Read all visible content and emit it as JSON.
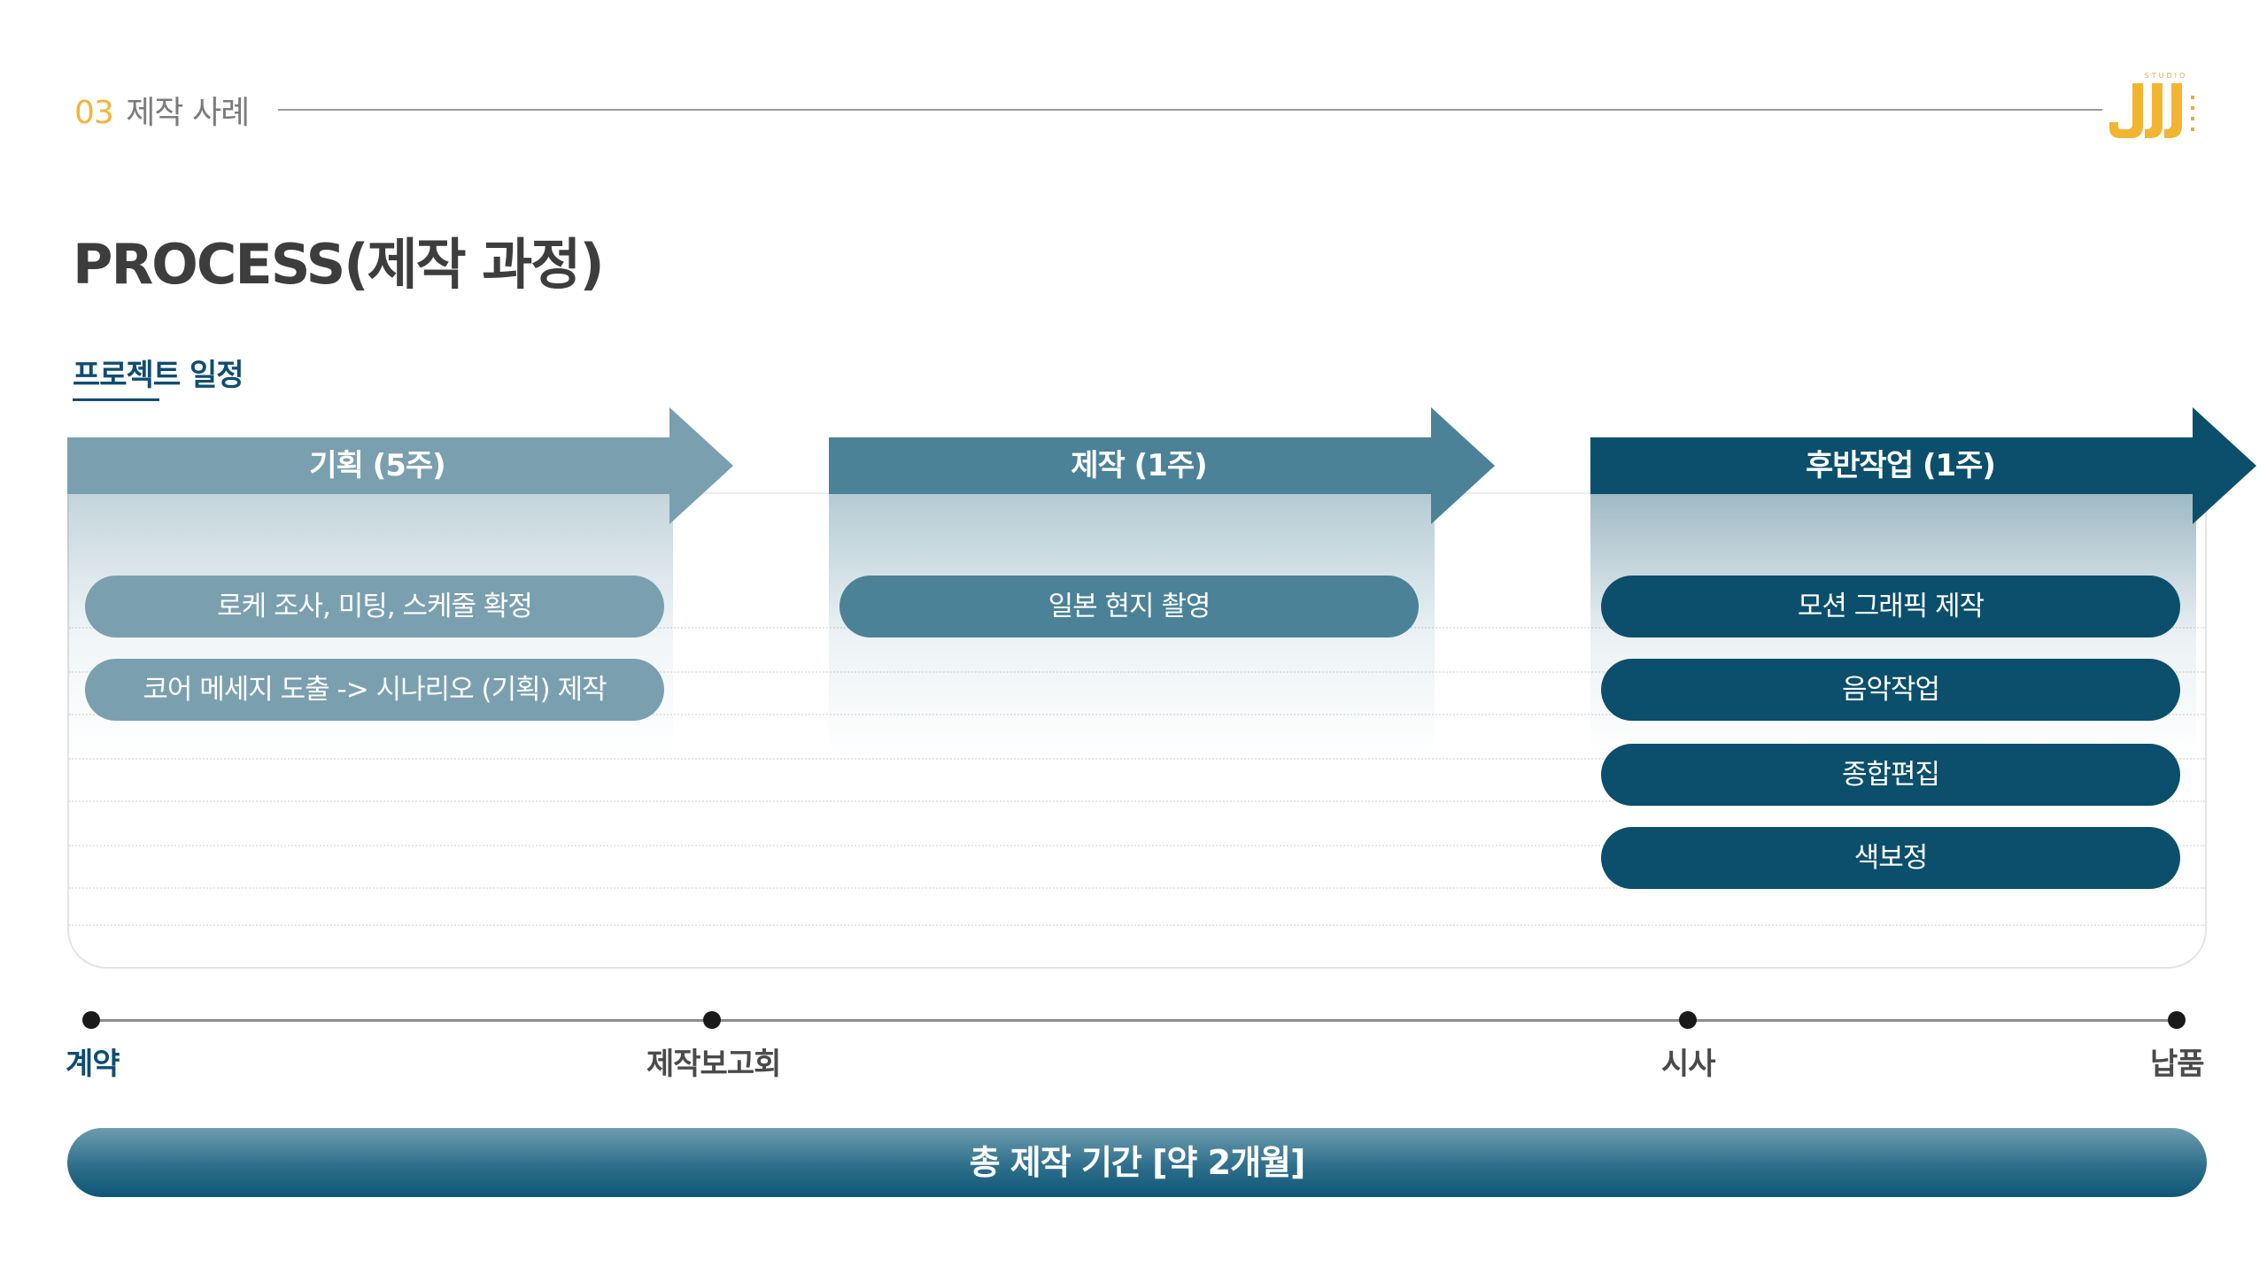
{
  "header": {
    "section_number": "03",
    "section_title": "제작 사례",
    "logo_text": "STUDIO"
  },
  "title": "PROCESS(제작 과정)",
  "subheading": "프로젝트 일정",
  "colors": {
    "phase_planning": "#7aa0b0",
    "phase_production": "#4b8297",
    "phase_post": "#0b4f6c",
    "accent_orange": "#f3b43a",
    "heading_blue": "#0f4c70"
  },
  "phases": [
    {
      "label": "기획 (5주)",
      "tasks": [
        "로케 조사, 미팅, 스케줄 확정",
        "코어 메세지 도출 -> 시나리오 (기획) 제작"
      ]
    },
    {
      "label": "제작 (1주)",
      "tasks": [
        "일본 현지 촬영"
      ]
    },
    {
      "label": "후반작업 (1주)",
      "tasks": [
        "모션 그래픽 제작",
        "음악작업",
        "종합편집",
        "색보정"
      ]
    }
  ],
  "milestones": [
    "계약",
    "제작보고회",
    "시사",
    "납품"
  ],
  "total_duration": "총 제작 기간 [약 2개월]"
}
